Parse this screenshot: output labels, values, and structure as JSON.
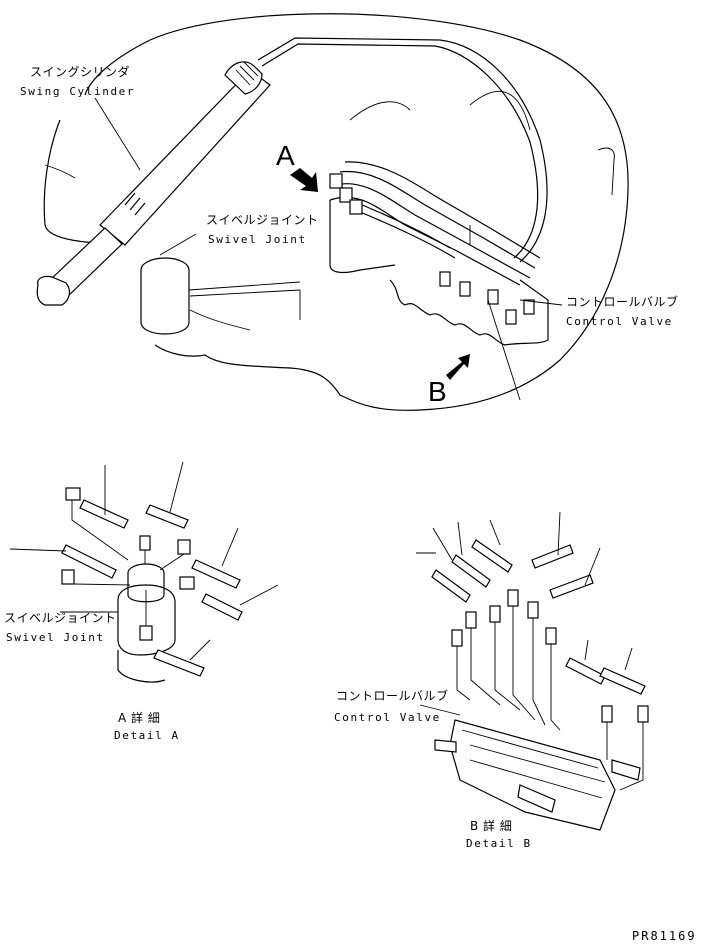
{
  "labels": {
    "swing_cylinder_jp": "スイングシリンダ",
    "swing_cylinder_en": "Swing Cylinder",
    "swivel_joint_jp": "スイベルジョイント",
    "swivel_joint_en": "Swivel Joint",
    "control_valve_jp": "コントロールバルブ",
    "control_valve_en": "Control Valve",
    "arrow_a": "A",
    "arrow_b": "B",
    "swivel_joint_detail_jp": "スイベルジョイント",
    "swivel_joint_detail_en": "Swivel Joint",
    "control_valve_detail_jp": "コントロールバルブ",
    "control_valve_detail_en": "Control Valve",
    "detail_a_jp": "A 詳 細",
    "detail_a_en": "Detail A",
    "detail_b_jp": "B 詳 細",
    "detail_b_en": "Detail B",
    "drawing_code": "PR81169"
  }
}
